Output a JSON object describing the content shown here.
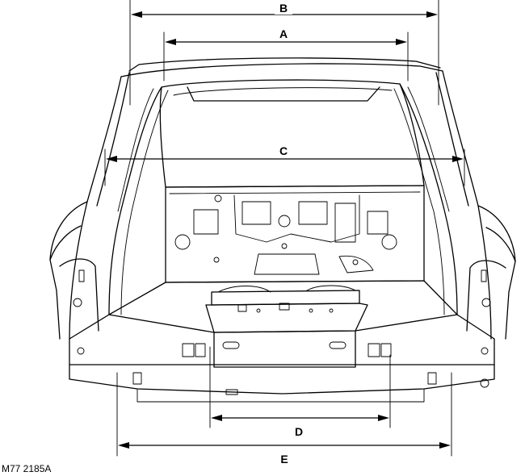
{
  "dimensions": {
    "a": "A",
    "b": "B",
    "c": "C",
    "d": "D",
    "e": "E"
  },
  "figure_reference": "M77 2185A"
}
